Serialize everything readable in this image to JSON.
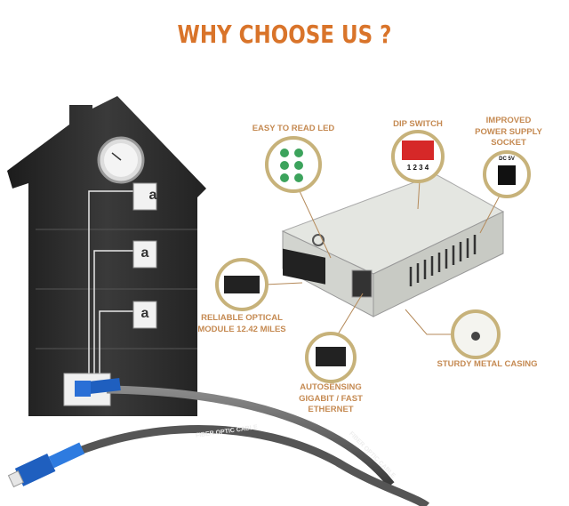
{
  "title": "WHY CHOOSE US ?",
  "features": {
    "led": {
      "label": "EASY TO READ LED"
    },
    "dip": {
      "label": "DIP SWITCH",
      "numbers": "1 2 3 4"
    },
    "power": {
      "lines": [
        "IMPROVED",
        "POWER SUPPLY",
        "SOCKET"
      ],
      "socket_text": "DC 5V"
    },
    "optical": {
      "lines": [
        "RELIABLE OPTICAL",
        "MODULE 12.42 MILES"
      ]
    },
    "ethernet": {
      "lines": [
        "AUTOSENSING",
        "GIGABIT / FAST",
        "ETHERNET"
      ]
    },
    "casing": {
      "label": "STURDY METAL CASING"
    }
  },
  "cable": {
    "label": "FIBER OPTIC CABLE"
  },
  "house": {
    "panel_logo": "a"
  },
  "colors": {
    "title": "#d9742a",
    "labels": "#c58a52",
    "house": "#2a2a2a",
    "device": "#d9dbd6",
    "connector": "#1f5fbf"
  }
}
